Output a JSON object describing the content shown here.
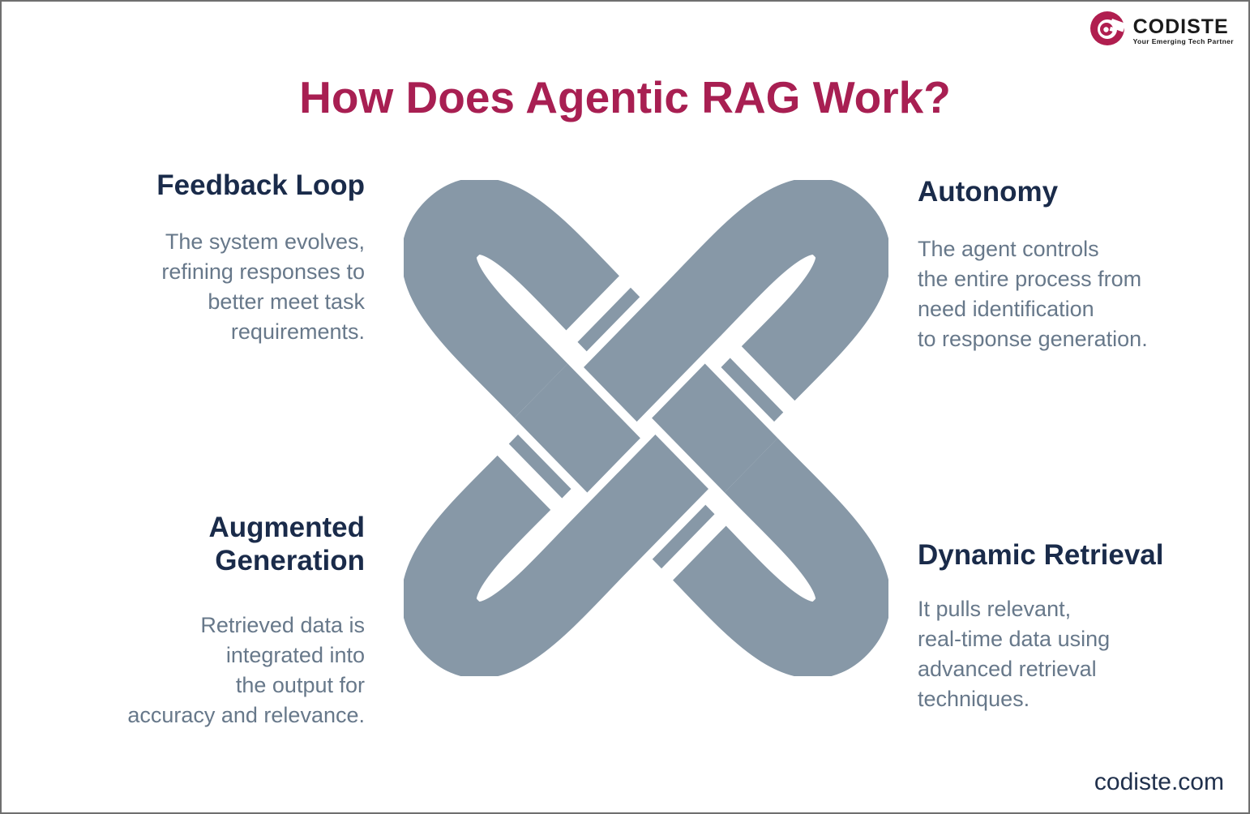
{
  "colors": {
    "accent": "#A81F52",
    "heading": "#1A2B4A",
    "body-text": "#67788A",
    "knot": "#8798A7",
    "footer-text": "#20304C",
    "logo-red": "#B01E4F",
    "logo-black": "#1A1A1A",
    "page-border": "#6F6F6F",
    "background": "#FFFFFF"
  },
  "logo": {
    "brand": "CODISTE",
    "tagline": "Your Emerging Tech Partner",
    "icon": "codiste-swirl-icon"
  },
  "title": "How Does Agentic RAG Work?",
  "sections": [
    {
      "id": "feedback-loop",
      "heading": "Feedback Loop",
      "body": "The system evolves,\nrefining responses to\nbetter meet task\nrequirements."
    },
    {
      "id": "autonomy",
      "heading": "Autonomy",
      "body": "The agent controls\nthe entire process from\nneed identification\nto response generation."
    },
    {
      "id": "augmented-generation",
      "heading": "Augmented\nGeneration",
      "body": "Retrieved data is\nintegrated into\nthe output for\naccuracy and relevance."
    },
    {
      "id": "dynamic-retrieval",
      "heading": "Dynamic Retrieval",
      "body": "It pulls relevant,\nreal-time data using\nadvanced retrieval\ntechniques."
    }
  ],
  "graphic": {
    "name": "interlocked-love-knot"
  },
  "footer": {
    "website": "codiste.com"
  }
}
